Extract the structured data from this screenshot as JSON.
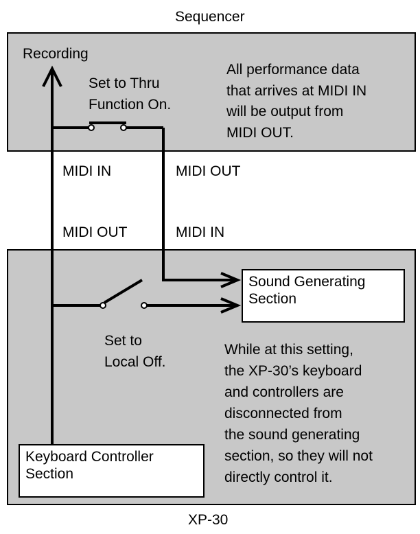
{
  "sequencer": {
    "title": "Sequencer",
    "recording_label": "Recording",
    "thru_label_1": "Set to Thru",
    "thru_label_2": "Function On.",
    "note": [
      "All performance data",
      "that arrives at MIDI IN",
      "will be output from",
      "MIDI OUT."
    ]
  },
  "connections": {
    "seq_midi_in": "MIDI IN",
    "seq_midi_out": "MIDI OUT",
    "xp_midi_out": "MIDI OUT",
    "xp_midi_in": "MIDI IN"
  },
  "xp30": {
    "title": "XP-30",
    "sound_gen_1": "Sound Generating",
    "sound_gen_2": "Section",
    "local_label_1": "Set to",
    "local_label_2": "Local Off.",
    "note": [
      "While at this setting,",
      "the XP-30’s keyboard",
      "and controllers are",
      "disconnected from",
      "the sound generating",
      "section, so they will not",
      "directly  control it."
    ],
    "keyboard_1": "Keyboard Controller",
    "keyboard_2": "Section"
  },
  "colors": {
    "panel": "#c8c8c8",
    "line": "#000000",
    "box": "#ffffff"
  }
}
